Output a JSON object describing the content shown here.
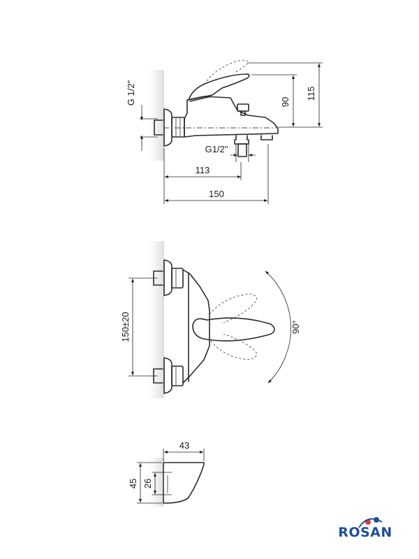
{
  "side_view": {
    "inlet_thread": "G 1/2\"",
    "outlet_thread": "G1/2\"",
    "width_to_outlet": "113",
    "overall_width": "150",
    "body_height": "90",
    "total_height": "115"
  },
  "top_view": {
    "inlet_spacing": "150±20",
    "handle_rotation": "90°"
  },
  "spout_detail": {
    "length": "43",
    "outer_height": "45",
    "inner_height": "26"
  },
  "brand": {
    "name": "ROSAN",
    "dot_colors": [
      "#e03a3a",
      "#1f4e9b"
    ]
  }
}
